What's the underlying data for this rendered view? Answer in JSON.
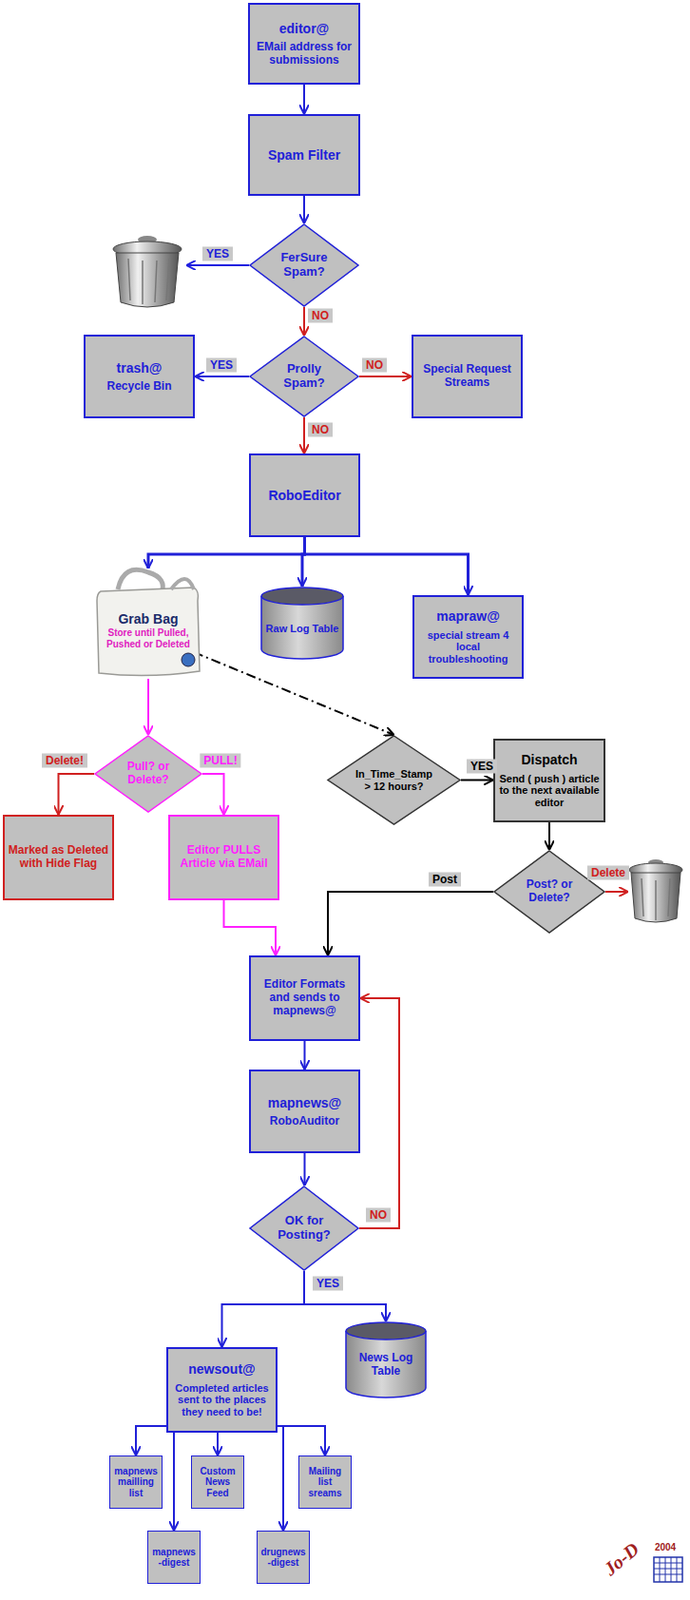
{
  "diagram": {
    "nodes": [
      {
        "text": [
          "editor@",
          "EMail address for submissions"
        ]
      },
      {
        "text": [
          "Spam Filter"
        ]
      },
      {
        "text": [
          "FerSure Spam?"
        ]
      },
      {
        "text": [
          "trash@",
          "Recycle Bin"
        ]
      },
      {
        "text": [
          "Prolly Spam?"
        ]
      },
      {
        "text": [
          "Special Request Streams"
        ]
      },
      {
        "text": [
          "RoboEditor"
        ]
      },
      {
        "text": [
          "Grab Bag",
          "Store until Pulled, Pushed or Deleted"
        ]
      },
      {
        "text": [
          "Raw Log Table"
        ]
      },
      {
        "text": [
          "mapraw@",
          "special stream 4 local troubleshooting"
        ]
      },
      {
        "text": [
          "Pull? or Delete?"
        ]
      },
      {
        "text": [
          "In_Time_Stamp > 12 hours?"
        ]
      },
      {
        "text": [
          "Dispatch",
          "Send ( push ) article to the next available editor"
        ]
      },
      {
        "text": [
          "Marked as Deleted with Hide Flag"
        ]
      },
      {
        "text": [
          "Editor PULLS Article via EMail"
        ]
      },
      {
        "text": [
          "Post? or Delete?"
        ]
      },
      {
        "text": [
          "Editor Formats and sends to mapnews@"
        ]
      },
      {
        "text": [
          "mapnews@",
          "RoboAuditor"
        ]
      },
      {
        "text": [
          "OK for Posting?"
        ]
      },
      {
        "text": [
          "newsout@",
          "Completed articles sent to the places they need to be!"
        ]
      },
      {
        "text": [
          "News Log Table"
        ]
      },
      {
        "text": [
          "mapnews mailling list"
        ]
      },
      {
        "text": [
          "mapnews -digest"
        ]
      },
      {
        "text": [
          "Custom News Feed"
        ]
      },
      {
        "text": [
          "drugnews -digest"
        ]
      },
      {
        "text": [
          "Mailing list sreams"
        ]
      }
    ],
    "edges": [
      {
        "from": 0,
        "to": 1,
        "arrow": "to"
      },
      {
        "from": 1,
        "to": 2,
        "arrow": "to"
      },
      {
        "from": 2,
        "to": 4,
        "label": "NO",
        "arrow": "to"
      },
      {
        "from": 4,
        "to": 3,
        "label": "YES",
        "arrow": "to"
      },
      {
        "from": 4,
        "to": 5,
        "label": "NO",
        "arrow": "to"
      },
      {
        "from": 4,
        "to": 6,
        "label": "NO",
        "arrow": "to"
      },
      {
        "from": 6,
        "to": 7,
        "arrow": "to"
      },
      {
        "from": 6,
        "to": 8,
        "arrow": "to"
      },
      {
        "from": 6,
        "to": 9,
        "arrow": "to"
      },
      {
        "from": 7,
        "to": 10,
        "arrow": "to"
      },
      {
        "from": 10,
        "to": 13,
        "label": "Delete!",
        "arrow": "to"
      },
      {
        "from": 10,
        "to": 14,
        "label": "PULL!",
        "arrow": "to"
      },
      {
        "from": 7,
        "to": 11,
        "arrow": "to"
      },
      {
        "from": 11,
        "to": 12,
        "label": "YES",
        "arrow": "to"
      },
      {
        "from": 12,
        "to": 15,
        "arrow": "to"
      },
      {
        "from": 15,
        "to": 16,
        "label": "Post",
        "arrow": "to"
      },
      {
        "from": 14,
        "to": 16,
        "arrow": "to"
      },
      {
        "from": 16,
        "to": 17,
        "arrow": "to"
      },
      {
        "from": 17,
        "to": 18,
        "arrow": "to"
      },
      {
        "from": 18,
        "to": 16,
        "label": "NO",
        "arrow": "to"
      },
      {
        "from": 18,
        "to": 19,
        "label": "YES",
        "arrow": "to"
      },
      {
        "from": 18,
        "to": 20,
        "arrow": "to"
      },
      {
        "from": 19,
        "to": 21,
        "arrow": "to"
      },
      {
        "from": 19,
        "to": 22,
        "arrow": "to"
      },
      {
        "from": 19,
        "to": 23,
        "arrow": "to"
      },
      {
        "from": 19,
        "to": 24,
        "arrow": "to"
      },
      {
        "from": 19,
        "to": 25,
        "arrow": "to"
      }
    ],
    "labels": [
      "YES",
      "Delete",
      "Jo-D",
      "2004"
    ]
  }
}
